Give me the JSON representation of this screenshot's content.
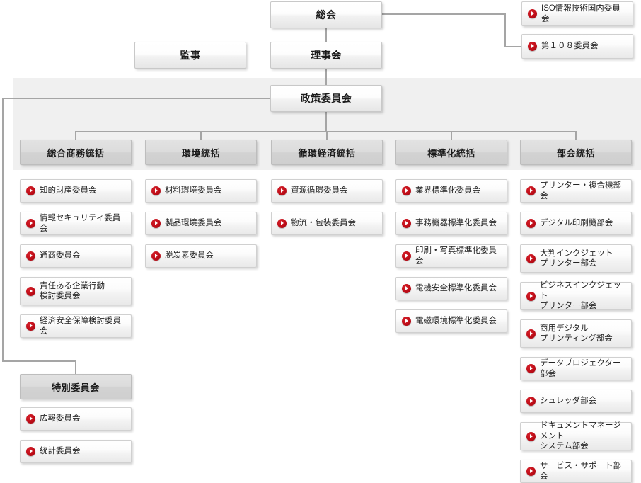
{
  "diagram": {
    "title": "組織図",
    "type": "organization-chart",
    "colors": {
      "line": "#a5a5a5",
      "panel_background": "#f0f0f0",
      "bullet_red": "#bf0d18",
      "header_grey": "#d8d8d8",
      "box_white": "#ffffff",
      "text": "#1b1b1b"
    }
  },
  "top": {
    "general_assembly": "総会",
    "board": "理事会",
    "auditor": "監事",
    "policy_committee": "政策委員会",
    "side_items": [
      {
        "label": "ISO情報技術国内委員会",
        "icon": "red-arrow-icon"
      },
      {
        "label": "第１０８委員会",
        "icon": "red-arrow-icon"
      }
    ]
  },
  "columns": [
    {
      "header": "総合商務統括",
      "items": [
        {
          "label": "知的財産委員会",
          "icon": "red-arrow-icon",
          "lines": 1
        },
        {
          "label": "情報セキュリティ委員会",
          "icon": "red-arrow-icon",
          "lines": 1
        },
        {
          "label": "通商委員会",
          "icon": "red-arrow-icon",
          "lines": 1
        },
        {
          "label": "責任ある企業行動\n検討委員会",
          "icon": "red-arrow-icon",
          "lines": 2
        },
        {
          "label": "経済安全保障検討委員会",
          "icon": "red-arrow-icon",
          "lines": 1
        }
      ]
    },
    {
      "header": "環境統括",
      "items": [
        {
          "label": "材料環境委員会",
          "icon": "red-arrow-icon",
          "lines": 1
        },
        {
          "label": "製品環境委員会",
          "icon": "red-arrow-icon",
          "lines": 1
        },
        {
          "label": "脱炭素委員会",
          "icon": "red-arrow-icon",
          "lines": 1
        }
      ]
    },
    {
      "header": "循環経済統括",
      "items": [
        {
          "label": "資源循環委員会",
          "icon": "red-arrow-icon",
          "lines": 1
        },
        {
          "label": "物流・包装委員会",
          "icon": "red-arrow-icon",
          "lines": 1
        }
      ]
    },
    {
      "header": "標準化統括",
      "items": [
        {
          "label": "業界標準化委員会",
          "icon": "red-arrow-icon",
          "lines": 1
        },
        {
          "label": "事務機器標準化委員会",
          "icon": "red-arrow-icon",
          "lines": 1
        },
        {
          "label": "印刷・写真標準化委員会",
          "icon": "red-arrow-icon",
          "lines": 1
        },
        {
          "label": "電機安全標準化委員会",
          "icon": "red-arrow-icon",
          "lines": 1
        },
        {
          "label": "電磁環境標準化委員会",
          "icon": "red-arrow-icon",
          "lines": 1
        }
      ]
    },
    {
      "header": "部会統括",
      "items": [
        {
          "label": "プリンター・複合機部会",
          "icon": "red-arrow-icon",
          "lines": 1
        },
        {
          "label": "デジタル印刷機部会",
          "icon": "red-arrow-icon",
          "lines": 1
        },
        {
          "label": "大判インクジェット\nプリンター部会",
          "icon": "red-arrow-icon",
          "lines": 2
        },
        {
          "label": "ビジネスインクジェット\nプリンター部会",
          "icon": "red-arrow-icon",
          "lines": 2
        },
        {
          "label": "商用デジタル\nプリンティング部会",
          "icon": "red-arrow-icon",
          "lines": 2
        },
        {
          "label": "データプロジェクター部会",
          "icon": "red-arrow-icon",
          "lines": 1
        },
        {
          "label": "シュレッダ部会",
          "icon": "red-arrow-icon",
          "lines": 1
        },
        {
          "label": "ドキュメントマネージメント\nシステム部会",
          "icon": "red-arrow-icon",
          "lines": 2
        },
        {
          "label": "サービス・サポート部会",
          "icon": "red-arrow-icon",
          "lines": 1
        }
      ]
    }
  ],
  "special": {
    "header": "特別委員会",
    "items": [
      {
        "label": "広報委員会",
        "icon": "red-arrow-icon",
        "lines": 1
      },
      {
        "label": "統計委員会",
        "icon": "red-arrow-icon",
        "lines": 1
      }
    ]
  }
}
